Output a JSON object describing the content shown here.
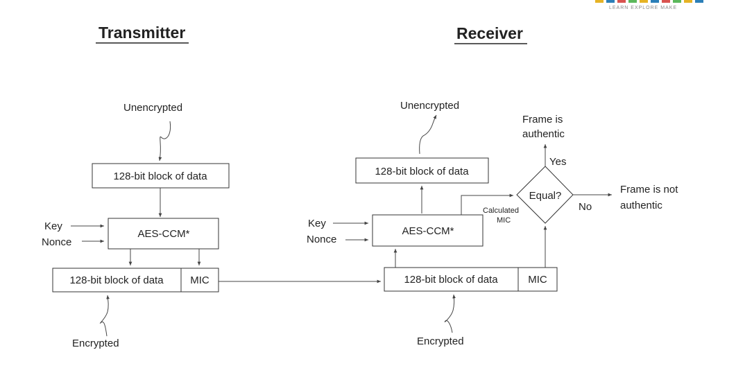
{
  "logo": {
    "tagline": "LEARN EXPLORE MAKE"
  },
  "transmitter": {
    "title": "Transmitter",
    "unencrypted": "Unencrypted",
    "block": "128-bit block of data",
    "key": "Key",
    "nonce": "Nonce",
    "aes": "AES-CCM*",
    "out_block": "128-bit block of data",
    "mic": "MIC",
    "encrypted": "Encrypted"
  },
  "receiver": {
    "title": "Receiver",
    "unencrypted": "Unencrypted",
    "block": "128-bit block of data",
    "key": "Key",
    "nonce": "Nonce",
    "aes": "AES-CCM*",
    "in_block": "128-bit block of data",
    "mic": "MIC",
    "encrypted": "Encrypted",
    "calc_mic_1": "Calculated",
    "calc_mic_2": "MIC",
    "decision": "Equal?",
    "yes": "Yes",
    "no": "No",
    "authentic_1": "Frame is",
    "authentic_2": "authentic",
    "not_authentic_1": "Frame is not",
    "not_authentic_2": "authentic"
  }
}
